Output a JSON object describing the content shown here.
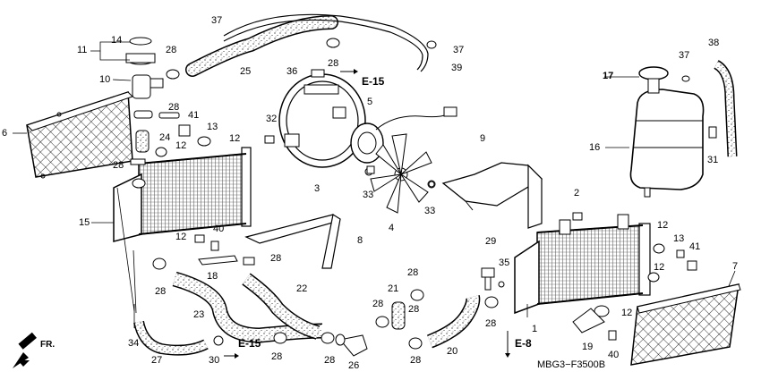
{
  "diagram": {
    "callouts": [
      "1",
      "3",
      "4",
      "5",
      "6",
      "7",
      "8",
      "9",
      "10",
      "11",
      "12",
      "13",
      "14",
      "15",
      "16",
      "17",
      "18",
      "19",
      "20",
      "21",
      "22",
      "23",
      "24",
      "25",
      "26",
      "27",
      "28",
      "29",
      "30",
      "31",
      "32",
      "33",
      "34",
      "35",
      "36",
      "37",
      "38",
      "39",
      "40",
      "41"
    ],
    "references": [
      "E-15",
      "E-8"
    ],
    "direction_label": "FR.",
    "diagram_code": "MBG3−F3500B"
  }
}
